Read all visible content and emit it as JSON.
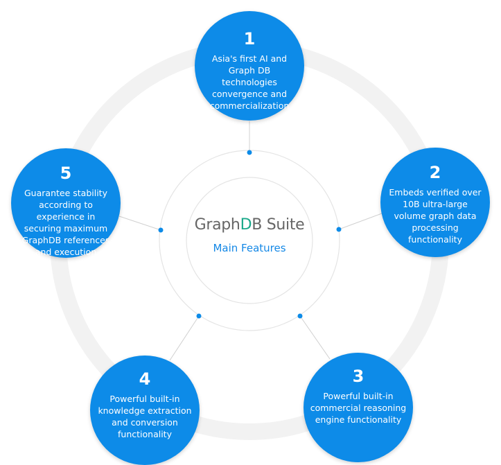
{
  "center": {
    "brand_prefix": "Graph",
    "brand_db_d": "D",
    "brand_db_b": "B",
    "brand_suffix": " Suite",
    "subtitle": "Main Features"
  },
  "features": [
    {
      "number": "1",
      "text": "Asia's first AI and Graph DB technologies convergence and commercialization"
    },
    {
      "number": "2",
      "text": "Embeds verified over 10B  ultra-large volume graph data processing functionality"
    },
    {
      "number": "3",
      "text": "Powerful built-in commercial  reasoning engine functionality"
    },
    {
      "number": "4",
      "text": "Powerful built-in knowledge extraction and conversion functionality"
    },
    {
      "number": "5",
      "text": "Guarantee stability according to experience in securing maximum GraphDB references and execution"
    }
  ],
  "colors": {
    "circle_fill": "#0d8be8",
    "ring": "#f2f2f2",
    "brand_text": "#666666",
    "brand_accent": "#1aa88a",
    "subtitle": "#1488e6"
  }
}
